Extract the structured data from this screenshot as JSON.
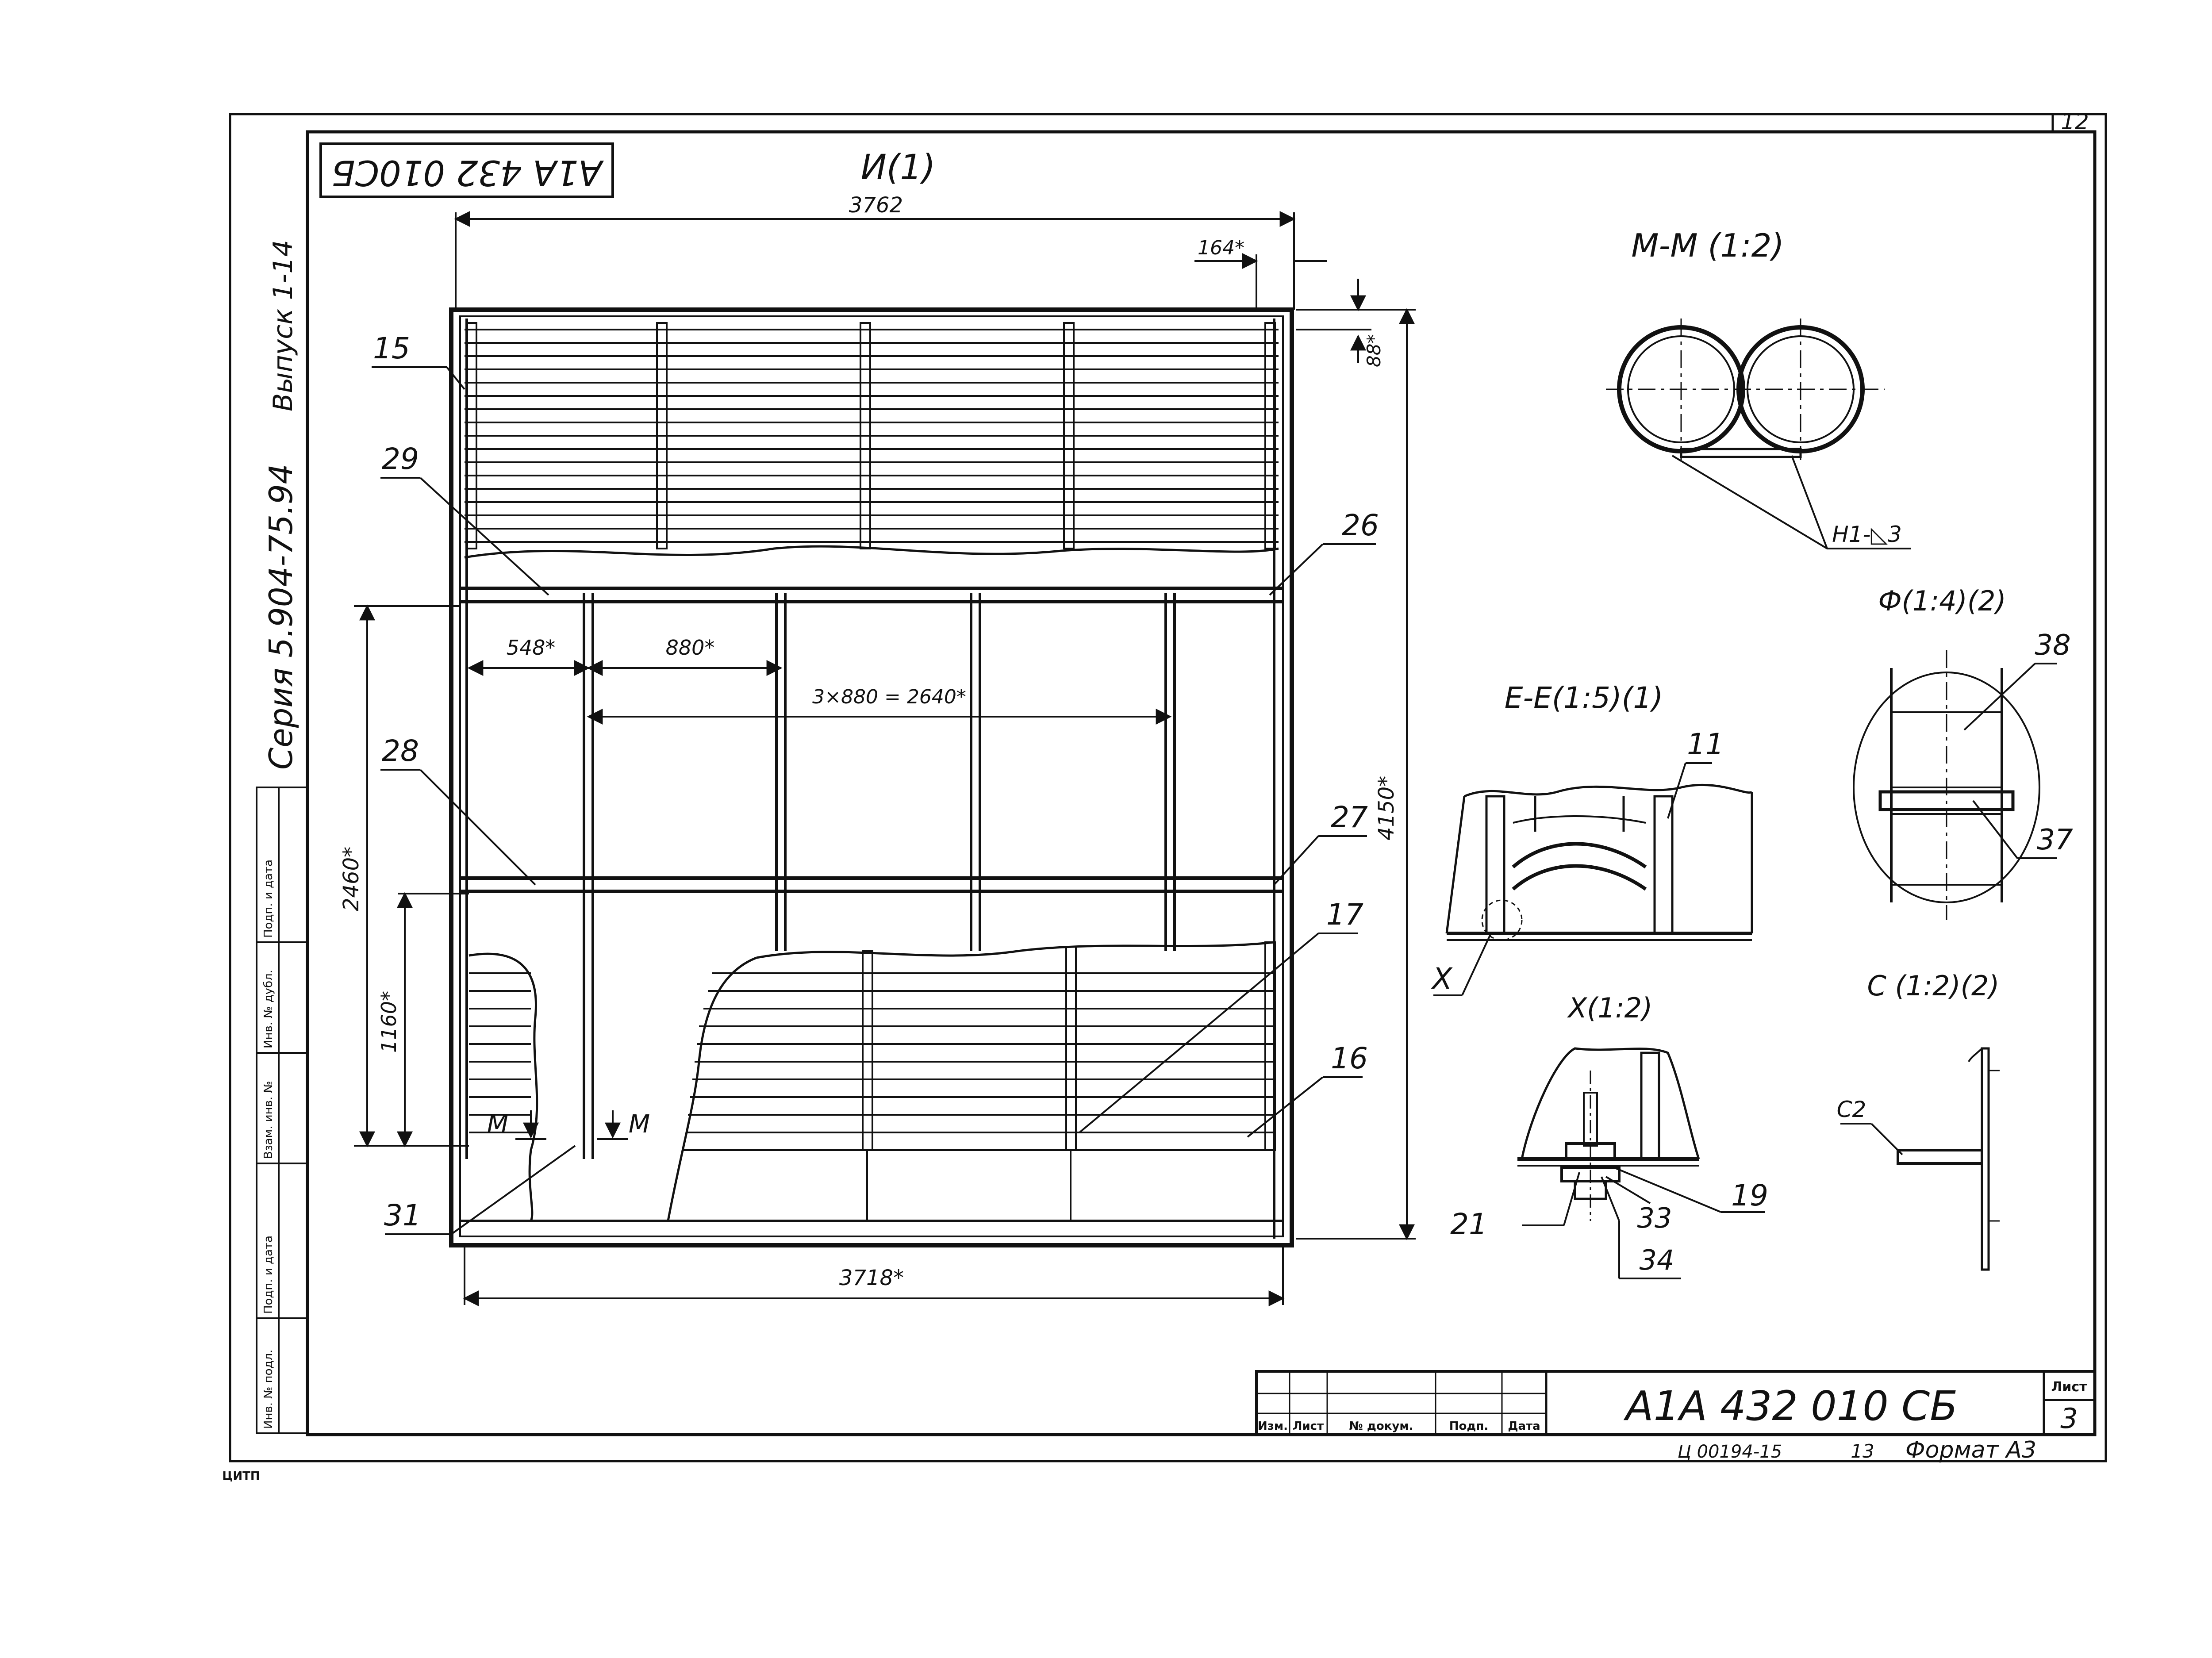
{
  "sheet_number_corner": "12",
  "stamp_code_rotated": "А1А 432 010СБ",
  "side_text": {
    "series": "Серия 5.904-75.94",
    "issue": "Выпуск 1-14"
  },
  "left_strip_labels": [
    "Подп. и дата",
    "Инв. № дубл.",
    "Взам. инв. №",
    "Подп. и дата",
    "Инв. № подл."
  ],
  "main_view": {
    "title": "И(1)",
    "dimensions": {
      "overall_width": "3762",
      "top_offset": "164*",
      "top_height": "88*",
      "overall_height": "4150*",
      "left_height": "2460*",
      "lower_height": "1160*",
      "first_span": "548*",
      "second_span": "880*",
      "span_sum": "3×880 = 2640*",
      "bottom_width": "3718*"
    },
    "callouts": [
      "15",
      "29",
      "26",
      "28",
      "27",
      "17",
      "16",
      "31"
    ],
    "section_mark": "М"
  },
  "detail_mm": {
    "title": "М-М (1:2)",
    "weld": "Н1-◺3"
  },
  "detail_f": {
    "title": "Ф(1:4)(2)",
    "callouts": [
      "38",
      "37"
    ]
  },
  "detail_ee": {
    "title": "Е-Е(1:5)(1)",
    "callouts": [
      "11",
      "X"
    ]
  },
  "detail_x": {
    "title": "Х(1:2)",
    "callouts": [
      "21",
      "33",
      "34",
      "19"
    ]
  },
  "detail_c": {
    "title": "С (1:2)(2)",
    "callout": "С2"
  },
  "title_block": {
    "designation": "А1А 432 010 СБ",
    "sheet_label": "Лист",
    "sheet_number": "3",
    "headers": [
      "Изм.",
      "Лист",
      "№ докум.",
      "Подп.",
      "Дата"
    ]
  },
  "footer": {
    "inventory": "Ц 00194-15",
    "page": "13",
    "format": "Формат А3",
    "logo_text": "ЦИТП"
  }
}
